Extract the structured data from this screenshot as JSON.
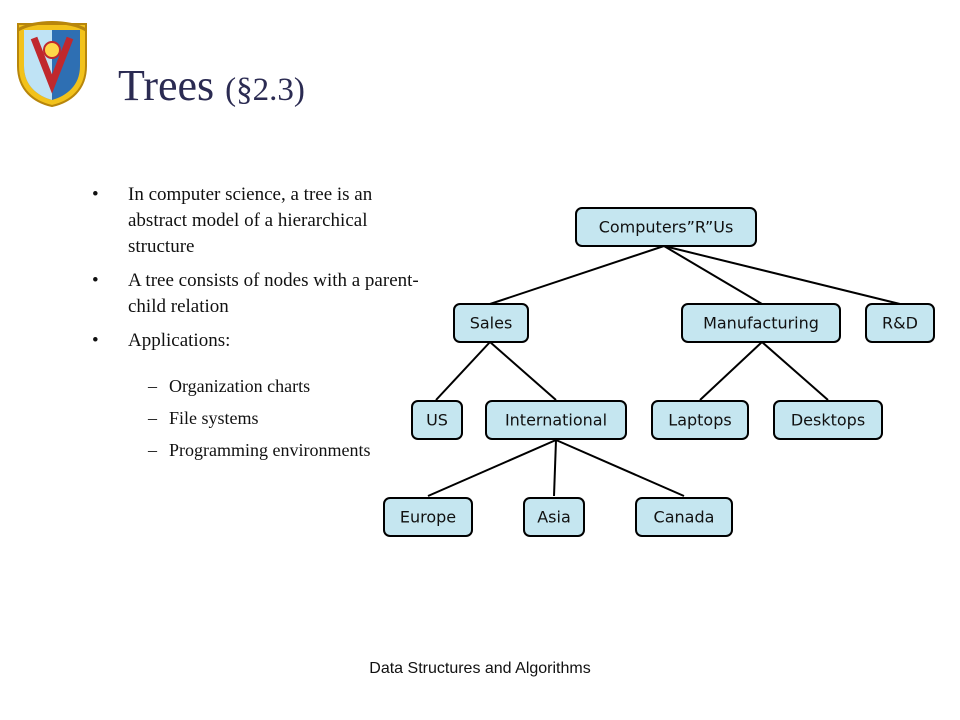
{
  "slide": {
    "title": "Trees",
    "section_ref": "(§2.3)",
    "bullets": [
      "In computer science, a tree is an abstract model of a hierarchical structure",
      "A tree consists of nodes with a parent-child relation",
      "Applications:"
    ],
    "applications": [
      "Organization charts",
      "File systems",
      "Programming environments"
    ],
    "footer": "Data Structures and Algorithms"
  },
  "tree": {
    "node_fill": "#c5e6f0",
    "node_stroke": "#000000",
    "root": "Computers”R”Us",
    "level1": [
      "Sales",
      "Manufacturing",
      "R&D"
    ],
    "sales_children": [
      "US",
      "International"
    ],
    "manufacturing_children": [
      "Laptops",
      "Desktops"
    ],
    "international_children": [
      "Europe",
      "Asia",
      "Canada"
    ]
  },
  "colors": {
    "title": "#2b2b52",
    "text": "#111111"
  },
  "logo": {
    "icon": "university-crest-icon"
  }
}
